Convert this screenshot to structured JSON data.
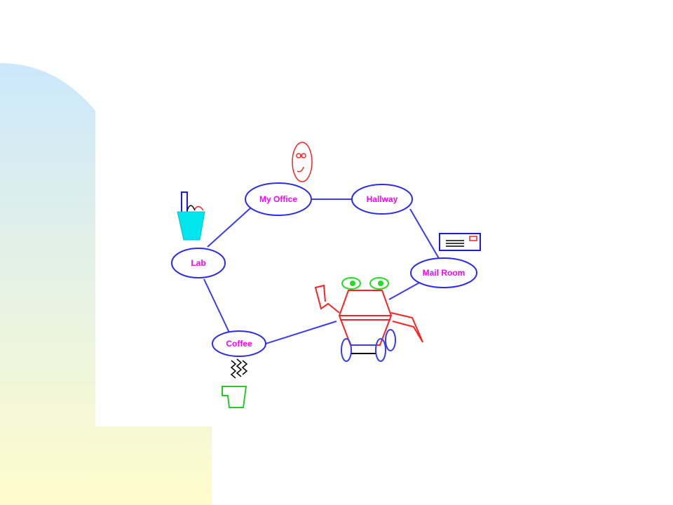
{
  "colors": {
    "edge": "#3a3af0",
    "node_stroke": "#2a2aee",
    "node_label": "#ff00ff",
    "robot": "#ff2020",
    "robot_eyes": "#22dd22",
    "wheels": "#3a3af0",
    "coffee_cup": "#22cc22",
    "steam": "#000000",
    "drink_glass": "#00e5ee",
    "envelope": "#1a1aee",
    "face": "#ff2020",
    "bg_gradient_top": "#cce8fc",
    "bg_gradient_bottom": "#fffccc"
  },
  "nodes": [
    {
      "id": "my-office",
      "label": "My Office"
    },
    {
      "id": "hallway",
      "label": "Hallway"
    },
    {
      "id": "mail-room",
      "label": "Mail Room"
    },
    {
      "id": "lab",
      "label": "Lab"
    },
    {
      "id": "coffee",
      "label": "Coffee"
    }
  ],
  "edges": [
    [
      "my-office",
      "hallway"
    ],
    [
      "hallway",
      "mail-room"
    ],
    [
      "my-office",
      "lab"
    ],
    [
      "lab",
      "coffee"
    ],
    [
      "coffee",
      "robot"
    ],
    [
      "mail-room",
      "robot"
    ]
  ],
  "icons": {
    "face": "smiley-face-icon",
    "drink": "drink-glass-icon",
    "envelope": "envelope-icon",
    "coffee": "coffee-cup-icon",
    "steam": "steam-icon",
    "robot": "robot-icon"
  }
}
